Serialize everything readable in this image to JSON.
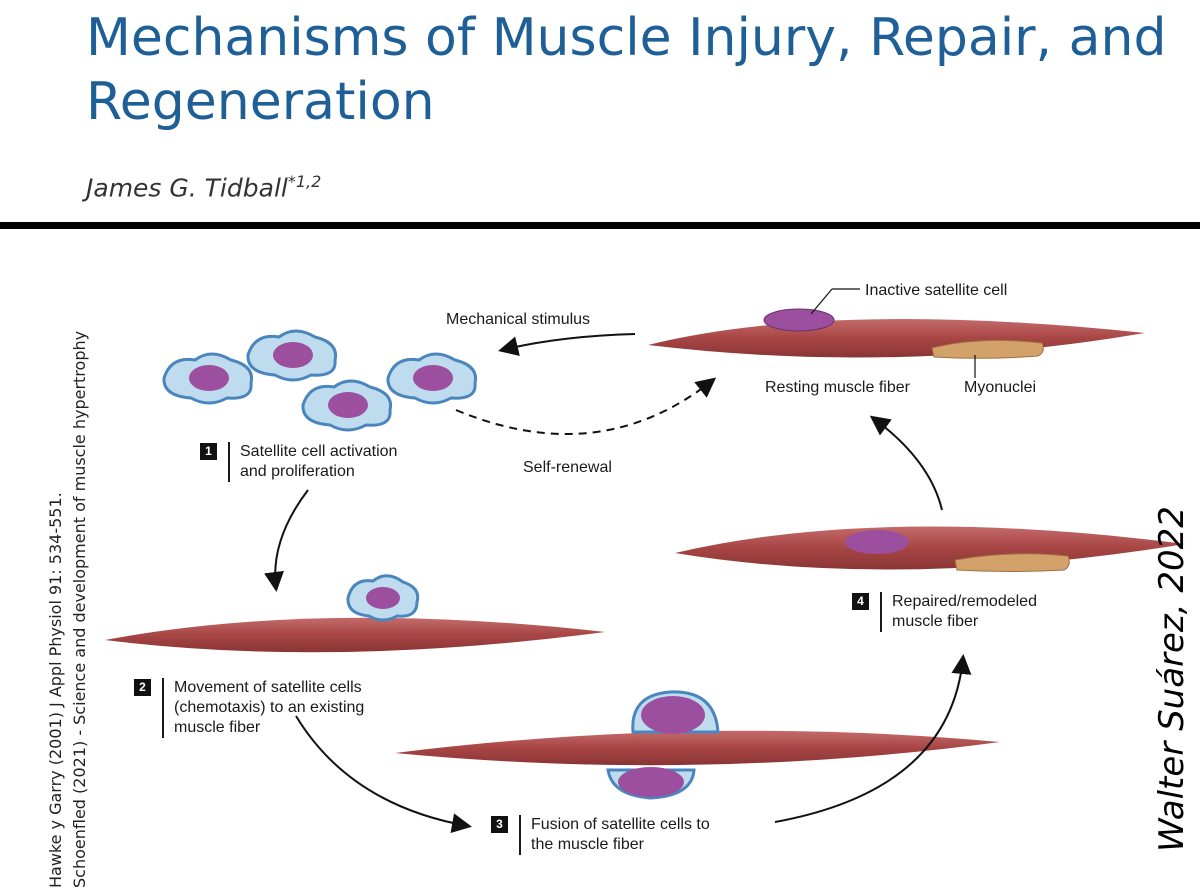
{
  "header": {
    "title": "Mechanisms of Muscle Injury, Repair, and Regeneration",
    "author": "James G. Tidball",
    "author_sup": "*1,2"
  },
  "diagram": {
    "labels": {
      "mechanical_stimulus": "Mechanical stimulus",
      "self_renewal": "Self-renewal",
      "inactive_satellite_cell": "Inactive satellite cell",
      "resting_muscle_fiber": "Resting muscle fiber",
      "myonuclei": "Myonuclei"
    },
    "steps": [
      {
        "num": "1",
        "line1": "Satellite cell activation",
        "line2": "and proliferation",
        "line3": ""
      },
      {
        "num": "2",
        "line1": "Movement of satellite cells",
        "line2": "(chemotaxis) to an existing",
        "line3": "muscle fiber"
      },
      {
        "num": "3",
        "line1": "Fusion of satellite cells to",
        "line2": "the muscle fiber",
        "line3": ""
      },
      {
        "num": "4",
        "line1": "Repaired/remodeled",
        "line2": "muscle fiber",
        "line3": ""
      }
    ]
  },
  "credits": {
    "left_line1": "Hawke y Garry (2001) J Appl Physiol 91: 534-551.",
    "left_line2": "Schoenfled (2021) - Science and development of muscle hypertrophy",
    "right": "Walter Suárez, 2022"
  },
  "colors": {
    "title": "#1f5f97",
    "fiber": "#a84545",
    "cell_outer": "#bfdcef",
    "nucleus": "#9b4f9e"
  }
}
